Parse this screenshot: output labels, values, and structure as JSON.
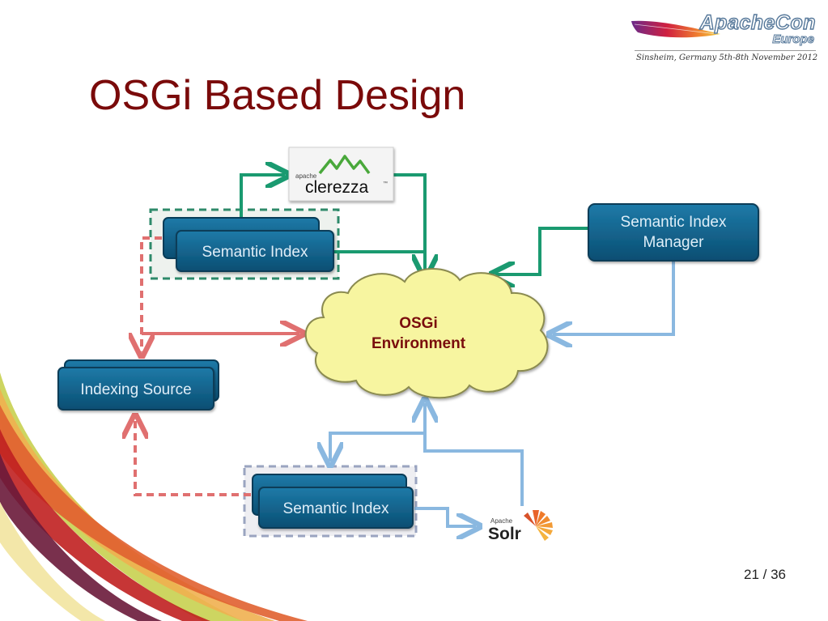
{
  "slide": {
    "title": "OSGi Based Design",
    "page_number": "21 / 36"
  },
  "logo": {
    "name": "ApacheCon",
    "sub": "Europe",
    "tagline": "Sinsheim, Germany 5th-8th November 2012"
  },
  "diagram": {
    "nodes": {
      "clerezza": {
        "prefix": "apache",
        "name": "clerezza",
        "tm": "™"
      },
      "semantic_index_top": "Semantic Index",
      "semantic_index_manager_line1": "Semantic Index",
      "semantic_index_manager_line2": "Manager",
      "osgi_line1": "OSGi",
      "osgi_line2": "Environment",
      "indexing_source": "Indexing Source",
      "semantic_index_bottom": "Semantic Index",
      "solr": {
        "prefix": "Apache",
        "name": "Solr"
      }
    },
    "colors": {
      "green_arrow": "#1a9a70",
      "red_dashed": "#e07070",
      "blue_arrow": "#8ab8e0",
      "box_fill": "#0f5f86",
      "cloud_fill": "#f7f5a0",
      "title": "#7a0a0a"
    }
  }
}
